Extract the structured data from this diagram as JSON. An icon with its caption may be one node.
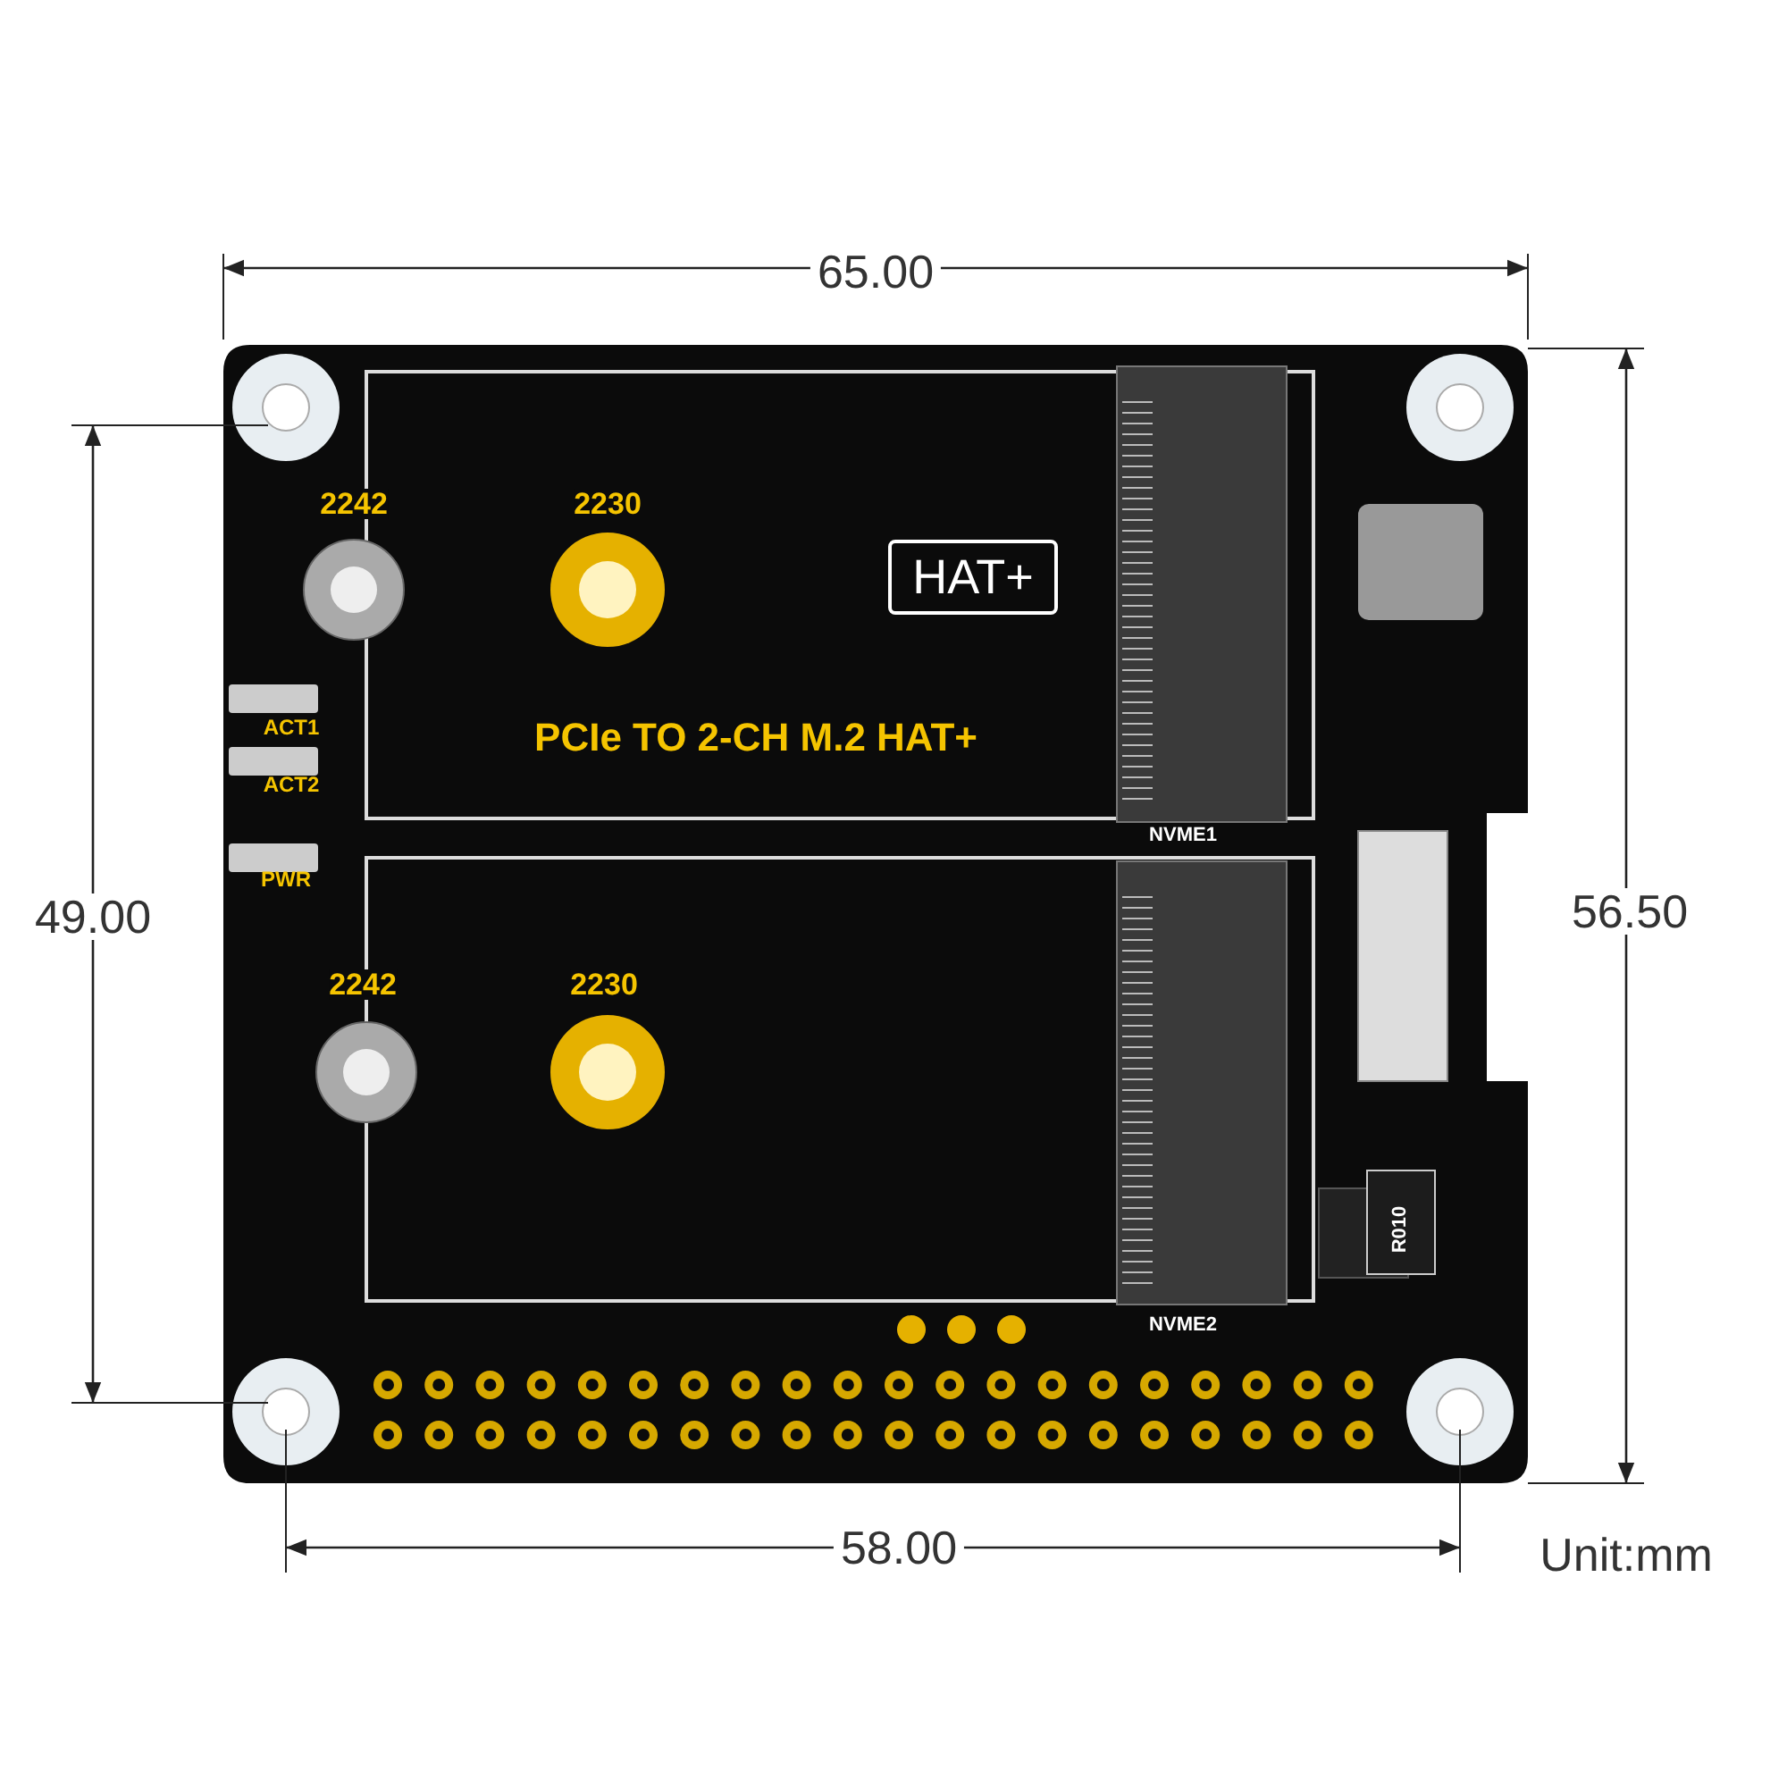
{
  "diagram": {
    "nodes": [
      {
        "text": [
          "HAT+"
        ]
      }
    ],
    "labels": [
      "65.00",
      "2242",
      "2230",
      "PCIe TO 2-CH M.2 HAT+",
      "ACT1",
      "ACT2",
      "PWR",
      "NVME1",
      "49.00",
      "56.50",
      "2242",
      "2230",
      "R010",
      "NVME2",
      "58.00",
      "Unit:mm"
    ]
  }
}
